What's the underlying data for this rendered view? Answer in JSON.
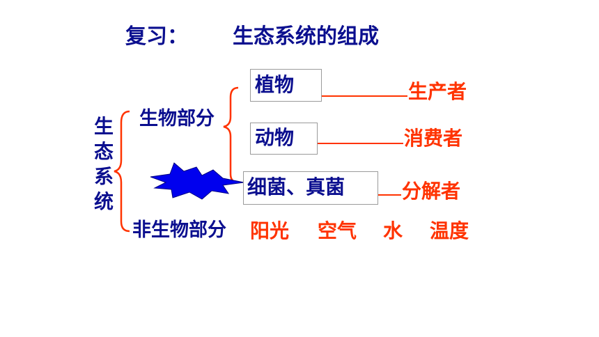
{
  "title": {
    "prefix": "复习：",
    "main": "生态系统的组成"
  },
  "root": {
    "label": [
      "生",
      "态",
      "系",
      "统"
    ]
  },
  "branches": {
    "biotic": "生物部分",
    "abiotic": "非生物部分"
  },
  "biotic_items": [
    {
      "label": "植物",
      "role": "生产者"
    },
    {
      "label": "动物",
      "role": "消费者"
    },
    {
      "label": "细菌、真菌",
      "role": "分解者"
    }
  ],
  "abiotic_items": [
    "阳光",
    "空气",
    "水",
    "温度"
  ],
  "colors": {
    "blue_text": "#0b0f8f",
    "red_text": "#ff3300",
    "star": "#0000ee"
  }
}
